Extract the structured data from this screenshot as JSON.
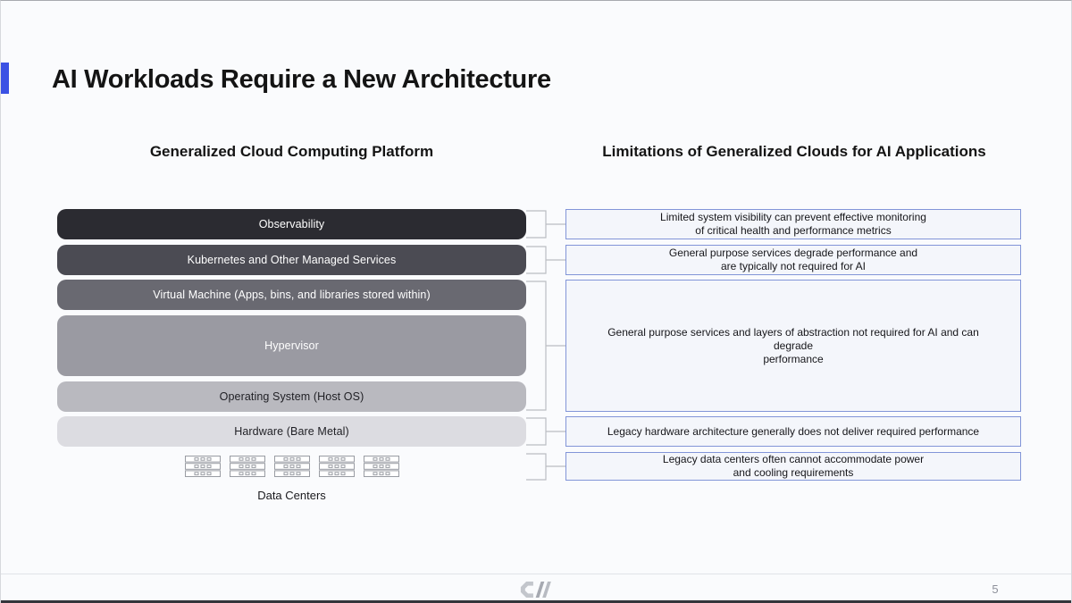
{
  "slide": {
    "title": "AI Workloads Require a New Architecture",
    "page_number": "5"
  },
  "columns": {
    "left_header": "Generalized Cloud Computing Platform",
    "right_header": "Limitations of Generalized Clouds for AI Applications"
  },
  "stack": [
    {
      "label": "Observability",
      "bg": "#2b2b31",
      "fg": "#ffffff"
    },
    {
      "label": "Kubernetes and Other Managed Services",
      "bg": "#4b4b53",
      "fg": "#ffffff"
    },
    {
      "label": "Virtual Machine (Apps, bins, and libraries stored within)",
      "bg": "#696971",
      "fg": "#ffffff"
    },
    {
      "label": "Hypervisor",
      "bg": "#9a9aa2",
      "fg": "#ffffff"
    },
    {
      "label": "Operating System (Host OS)",
      "bg": "#b9b9bf",
      "fg": "#1f1f24"
    },
    {
      "label": "Hardware (Bare Metal)",
      "bg": "#dcdce1",
      "fg": "#1f1f24"
    }
  ],
  "datacenter": {
    "label": "Data Centers",
    "server_icon": "server-rack-icon",
    "server_count": 5
  },
  "limitations": [
    {
      "text": "Limited system visibility can prevent effective monitoring\nof critical health and performance metrics"
    },
    {
      "text": "General purpose services degrade performance and\nare typically not required for AI"
    },
    {
      "text": "General purpose services and layers of abstraction not required for AI and can degrade\nperformance"
    },
    {
      "text": "Legacy hardware architecture generally does not deliver required performance"
    },
    {
      "text": "Legacy data centers often cannot accommodate power\nand cooling requirements"
    }
  ],
  "footer": {
    "logo": "coreweave-logo",
    "page_number": "5"
  },
  "colors": {
    "accent_blue": "#3b52e4",
    "limit_box_bg": "#f4f6fb",
    "limit_box_border": "#8295d8",
    "connector": "#babdc2",
    "background": "#fafbfd",
    "bottom_edge": "#34353b"
  }
}
